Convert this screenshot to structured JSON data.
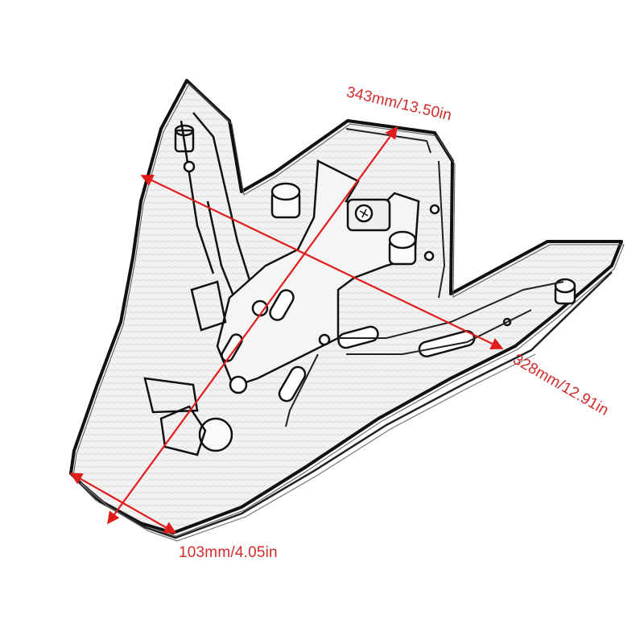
{
  "image": {
    "subject": "Motorcycle rear seat cowl / tail fairing underside, line-sketch style",
    "background_color": "#ffffff",
    "line_color": "#111111",
    "fill_color": "#eeeeee"
  },
  "dimensions": {
    "color": "#d42a2a",
    "items": [
      {
        "name": "length",
        "label": "343mm/13.50in"
      },
      {
        "name": "width",
        "label": "328mm/12.91in"
      },
      {
        "name": "tail",
        "label": "103mm/4.05in"
      }
    ]
  }
}
